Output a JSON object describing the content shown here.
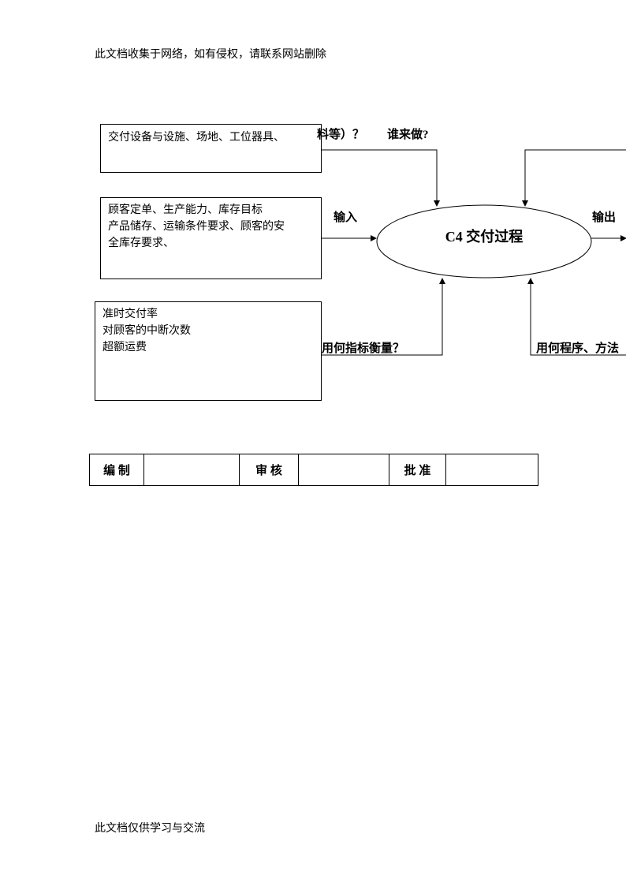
{
  "header_note": "此文档收集于网络，如有侵权，请联系网站删除",
  "footer_note": "此文档仅供学习与交流",
  "boxes": {
    "resources": [
      "交付设备与设施、场地、工位器具、"
    ],
    "inputs": [
      "顾客定单、生产能力、库存目标",
      "产品储存、运输条件要求、顾客的安",
      "全库存要求、"
    ],
    "metrics": [
      "准时交付率",
      "对顾客的中断次数",
      "超额运费"
    ]
  },
  "labels": {
    "resources_tail": "料等）？",
    "who": "谁来做?",
    "input": "输入",
    "output": "输出",
    "process": "C4 交付过程",
    "measure": "用何指标衡量？",
    "method": "用何程序、方法"
  },
  "approval": {
    "compile": "编  制",
    "review": "审  核",
    "approve": "批  准"
  }
}
